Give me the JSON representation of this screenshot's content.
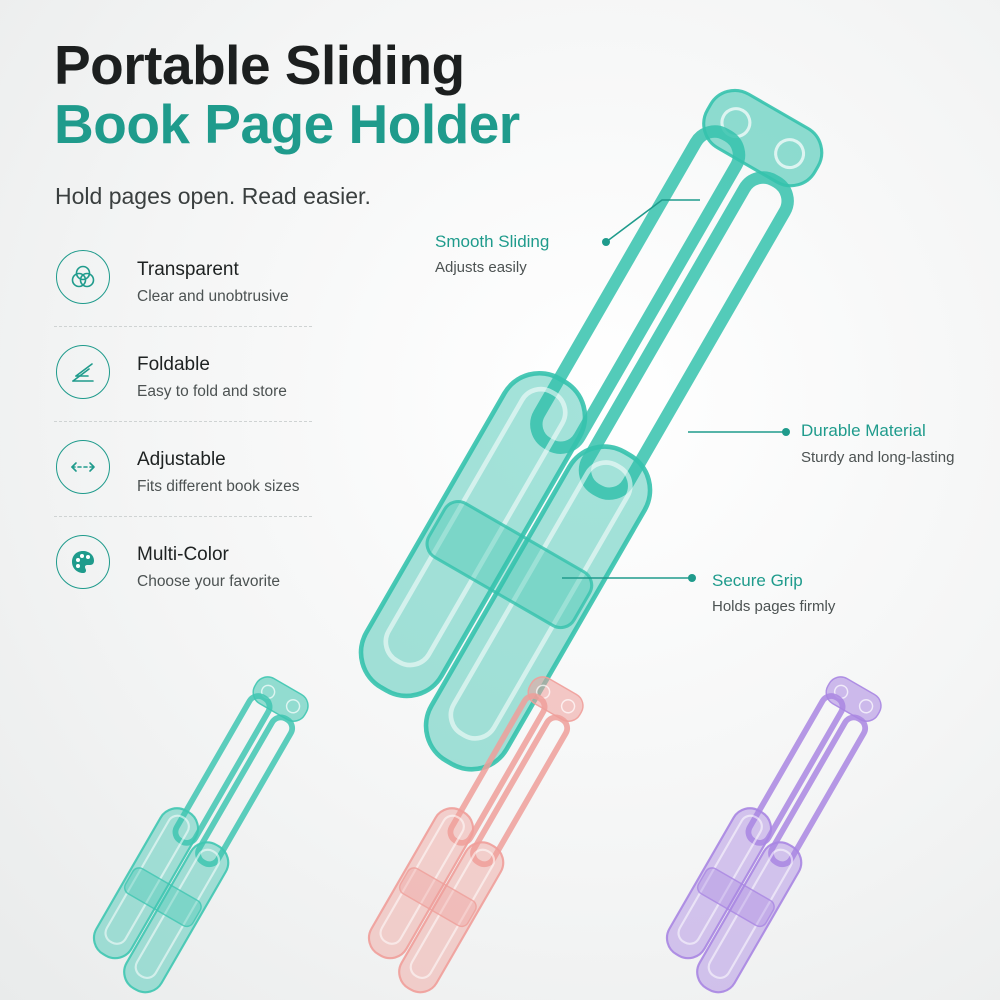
{
  "header": {
    "title_line1": "Portable Sliding",
    "title_line2": "Book Page Holder",
    "subtitle": "Hold pages open. Read easier."
  },
  "features": [
    {
      "name": "Transparent",
      "desc": "Clear and unobtrusive",
      "icon": "overlapping-circles-icon"
    },
    {
      "name": "Foldable",
      "desc": "Easy to fold and store",
      "icon": "fold-icon"
    },
    {
      "name": "Adjustable",
      "desc": "Fits different book sizes",
      "icon": "double-arrow-icon"
    },
    {
      "name": "Multi-Color",
      "desc": "Choose your favorite",
      "icon": "palette-icon"
    }
  ],
  "callouts": [
    {
      "title": "Smooth Sliding",
      "desc": "Adjusts easily"
    },
    {
      "title": "Durable Material",
      "desc": "Sturdy and long-lasting"
    },
    {
      "title": "Secure Grip",
      "desc": "Holds pages firmly"
    }
  ],
  "colors": {
    "accent": "#1f9b8c",
    "mint": "#5fd6c4",
    "pink": "#f2a7a3",
    "lavender": "#b99be6"
  }
}
